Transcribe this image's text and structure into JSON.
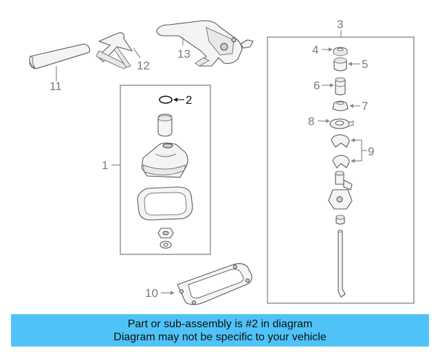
{
  "callouts": {
    "c1": "1",
    "c2": "2",
    "c3": "3",
    "c4": "4",
    "c5": "5",
    "c6": "6",
    "c7": "7",
    "c8": "8",
    "c9": "9",
    "c10": "10",
    "c11": "11",
    "c12": "12",
    "c13": "13"
  },
  "info_bar": {
    "line1": "Part or sub-assembly is #2 in diagram",
    "line2": "Diagram may not be specific to your vehicle"
  },
  "colors": {
    "info_bar_bg": "#4fc3f7",
    "highlight": "#111111",
    "callout_gray": "#7a7a7a"
  }
}
